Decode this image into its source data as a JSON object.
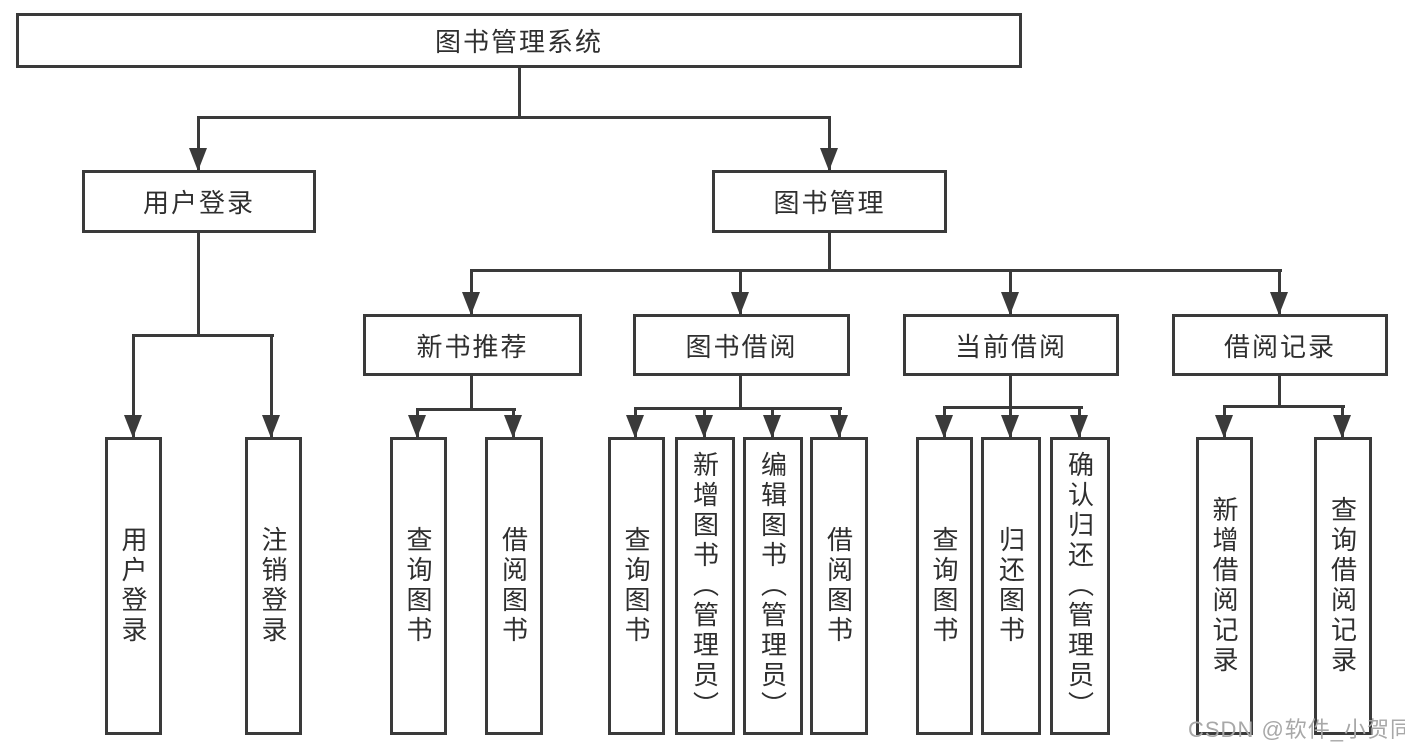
{
  "colors": {
    "line": "#3a3a3a",
    "text": "#2f2f2f",
    "box-bg": "#ffffff",
    "page-bg": "#ffffff",
    "watermark": "#a8a8a8"
  },
  "tree": {
    "label": "图书管理系统",
    "children": [
      {
        "label": "用户登录",
        "children": [
          {
            "label": "用户登录"
          },
          {
            "label": "注销登录"
          }
        ]
      },
      {
        "label": "图书管理",
        "children": [
          {
            "label": "新书推荐",
            "children": [
              {
                "label": "查询图书"
              },
              {
                "label": "借阅图书"
              }
            ]
          },
          {
            "label": "图书借阅",
            "children": [
              {
                "label": "查询图书"
              },
              {
                "label": "新增图书（管理员）"
              },
              {
                "label": "编辑图书（管理员）"
              },
              {
                "label": "借阅图书"
              }
            ]
          },
          {
            "label": "当前借阅",
            "children": [
              {
                "label": "查询图书"
              },
              {
                "label": "归还图书"
              },
              {
                "label": "确认归还（管理员）"
              }
            ]
          },
          {
            "label": "借阅记录",
            "children": [
              {
                "label": "新增借阅记录"
              },
              {
                "label": "查询借阅记录"
              }
            ]
          }
        ]
      }
    ]
  },
  "watermark": {
    "text": "CSDN @软件_小贺同学"
  }
}
